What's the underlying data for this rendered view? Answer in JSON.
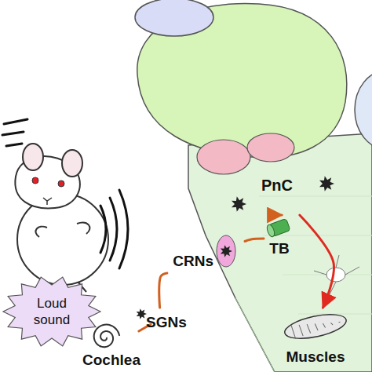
{
  "diagram": {
    "nodes": [
      {
        "text": [
          "Loud sound"
        ]
      },
      {
        "text": [
          "Cochlea"
        ]
      },
      {
        "text": [
          "SGNs"
        ]
      },
      {
        "text": [
          "CRNs"
        ]
      },
      {
        "text": [
          "TB"
        ]
      },
      {
        "text": [
          "PnC"
        ]
      },
      {
        "text": [
          "Muscles"
        ]
      }
    ],
    "edges": [
      {
        "from": 1,
        "to": 2,
        "arrow": "none"
      },
      {
        "from": 2,
        "to": 3,
        "arrow": "none"
      },
      {
        "from": 3,
        "to": 4,
        "arrow": "none"
      },
      {
        "from": 4,
        "to": 5,
        "arrow": "to"
      },
      {
        "from": 5,
        "to": 6,
        "arrow": "to"
      }
    ]
  }
}
